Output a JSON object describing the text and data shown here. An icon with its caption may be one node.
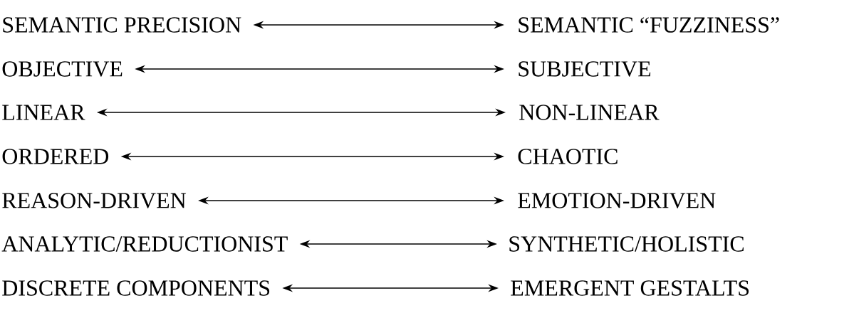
{
  "diagram": {
    "nodes": [
      {
        "text": [
          "SEMANTIC PRECISION"
        ]
      },
      {
        "text": [
          "SEMANTIC “FUZZINESS”"
        ]
      },
      {
        "text": [
          "OBJECTIVE"
        ]
      },
      {
        "text": [
          "SUBJECTIVE"
        ]
      },
      {
        "text": [
          "LINEAR"
        ]
      },
      {
        "text": [
          "NON-LINEAR"
        ]
      },
      {
        "text": [
          "ORDERED"
        ]
      },
      {
        "text": [
          "CHAOTIC"
        ]
      },
      {
        "text": [
          "REASON-DRIVEN"
        ]
      },
      {
        "text": [
          "EMOTION-DRIVEN"
        ]
      },
      {
        "text": [
          "ANALYTIC/REDUCTIONIST"
        ]
      },
      {
        "text": [
          "SYNTHETIC/HOLISTIC"
        ]
      },
      {
        "text": [
          "DISCRETE COMPONENTS"
        ]
      },
      {
        "text": [
          "EMERGENT GESTALTS"
        ]
      }
    ],
    "edges": [
      {
        "from": 0,
        "to": 1,
        "arrow": "both"
      },
      {
        "from": 2,
        "to": 3,
        "arrow": "both"
      },
      {
        "from": 4,
        "to": 5,
        "arrow": "both"
      },
      {
        "from": 6,
        "to": 7,
        "arrow": "both"
      },
      {
        "from": 8,
        "to": 9,
        "arrow": "both"
      },
      {
        "from": 10,
        "to": 11,
        "arrow": "both"
      },
      {
        "from": 12,
        "to": 13,
        "arrow": "both"
      }
    ]
  }
}
